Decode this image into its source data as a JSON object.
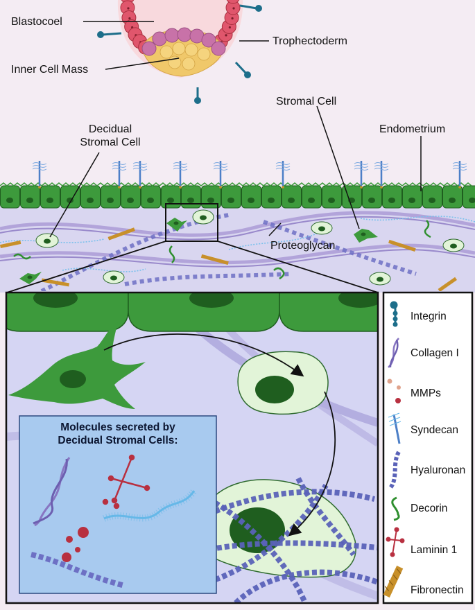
{
  "labels": {
    "blastocoel": "Blastocoel",
    "trophectoderm": "Trophectoderm",
    "inner_cell_mass": "Inner Cell Mass",
    "stromal_cell": "Stromal Cell",
    "decidual_stromal_cell_line1": "Decidual",
    "decidual_stromal_cell_line2": "Stromal Cell",
    "endometrium": "Endometrium",
    "proteoglycan": "Proteoglycan"
  },
  "secreted_box": {
    "title_line1": "Molecules secreted by",
    "title_line2": "Decidual Stromal Cells:"
  },
  "legend": [
    {
      "icon": "integrin-icon",
      "label": "Integrin"
    },
    {
      "icon": "collagen-icon",
      "label": "Collagen I"
    },
    {
      "icon": "mmp-icon",
      "label": "MMPs"
    },
    {
      "icon": "syndecan-icon",
      "label": "Syndecan"
    },
    {
      "icon": "hyaluronan-icon",
      "label": "Hyaluronan"
    },
    {
      "icon": "decorin-icon",
      "label": "Decorin"
    },
    {
      "icon": "laminin-icon",
      "label": "Laminin 1"
    },
    {
      "icon": "fibronectin-icon",
      "label": "Fibronectin"
    }
  ],
  "colors": {
    "background": "#f4ecf3",
    "trophectoderm": "#e0566c",
    "inner_cell_mass": "#f0c86a",
    "icm_edge": "#c872a8",
    "epithelium": "#3d9a3c",
    "nucleus": "#1f5e1f",
    "stroma": "#d9d6f0",
    "decidual_cell": "#e2f4d8",
    "collagen": "#9c8ccc",
    "hyaluronan": "#5a62b8",
    "integrin": "#1d6e8a",
    "proteoglycan": "#66b8e8",
    "decorin": "#2f8f2f",
    "laminin": "#b83040",
    "fibronectin": "#c8902a",
    "secreted_box": "#a8caef"
  }
}
